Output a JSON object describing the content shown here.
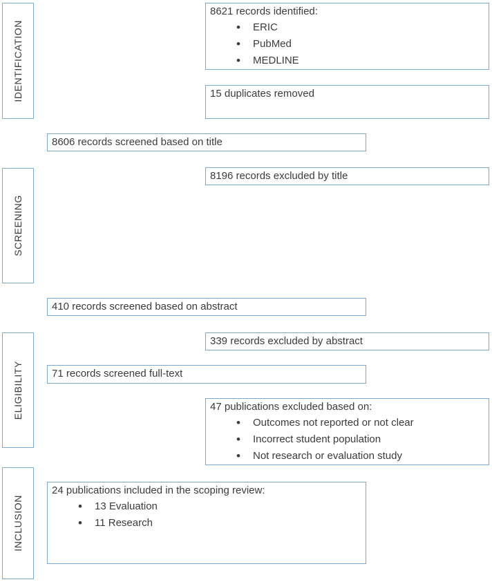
{
  "colors": {
    "box_border": "#7aa7d0",
    "text": "#3b3b3b",
    "background": "#ffffff"
  },
  "diagram": {
    "type": "prisma-flow",
    "stages": [
      {
        "label": "IDENTIFICATION"
      },
      {
        "label": "SCREENING"
      },
      {
        "label": "ELIGIBILITY"
      },
      {
        "label": "INCLUSION"
      }
    ],
    "boxes": [
      {
        "id": "records-identified",
        "title": "8621 records identified:",
        "bullets": [
          "ERIC",
          "PubMed",
          "MEDLINE"
        ]
      },
      {
        "id": "duplicates-removed",
        "title": "15 duplicates removed",
        "bullets": []
      },
      {
        "id": "screened-by-title",
        "title": "8606 records screened based on title",
        "bullets": []
      },
      {
        "id": "excluded-by-title",
        "title": "8196 records excluded by title",
        "bullets": []
      },
      {
        "id": "screened-by-abstract",
        "title": "410 records screened based on abstract",
        "bullets": []
      },
      {
        "id": "excluded-by-abstract",
        "title": "339 records excluded by abstract",
        "bullets": []
      },
      {
        "id": "screened-fulltext",
        "title": "71 records screened full-text",
        "bullets": []
      },
      {
        "id": "excluded-fulltext",
        "title": "47 publications excluded based on:",
        "bullets": [
          "Outcomes not reported or not clear",
          "Incorrect student population",
          "Not research or evaluation study"
        ]
      },
      {
        "id": "included-in-review",
        "title": "24 publications included in the scoping review:",
        "bullets": [
          "13 Evaluation",
          "11 Research"
        ]
      }
    ]
  }
}
